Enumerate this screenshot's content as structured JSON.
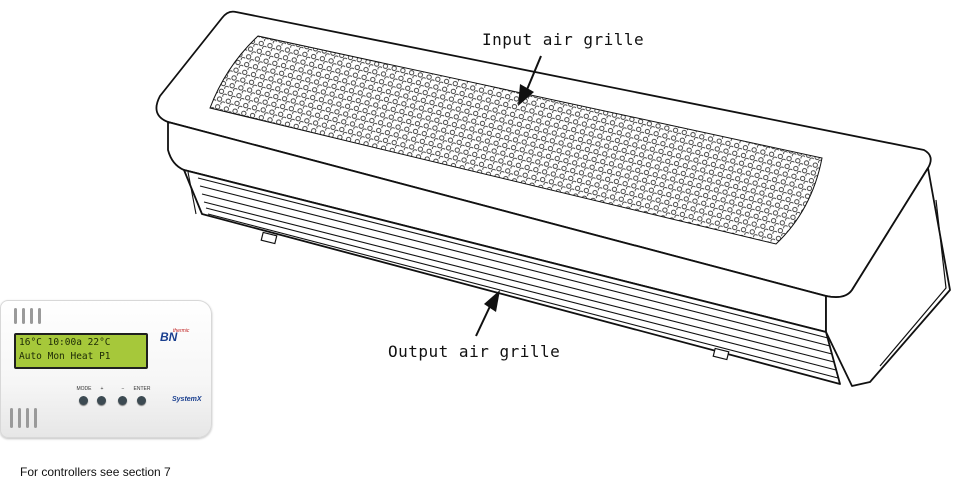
{
  "callouts": {
    "input": "Input air grille",
    "output": "Output air grille"
  },
  "caption": "For controllers see section 7",
  "controller": {
    "lcd_line1": "16°C 10:00a 22°C",
    "lcd_line2": "Auto Mon Heat P1",
    "buttons": [
      "MODE",
      "+",
      "−",
      "ENTER"
    ],
    "brand": "BN",
    "brand_sub": "thermic",
    "model": "SystemX"
  }
}
